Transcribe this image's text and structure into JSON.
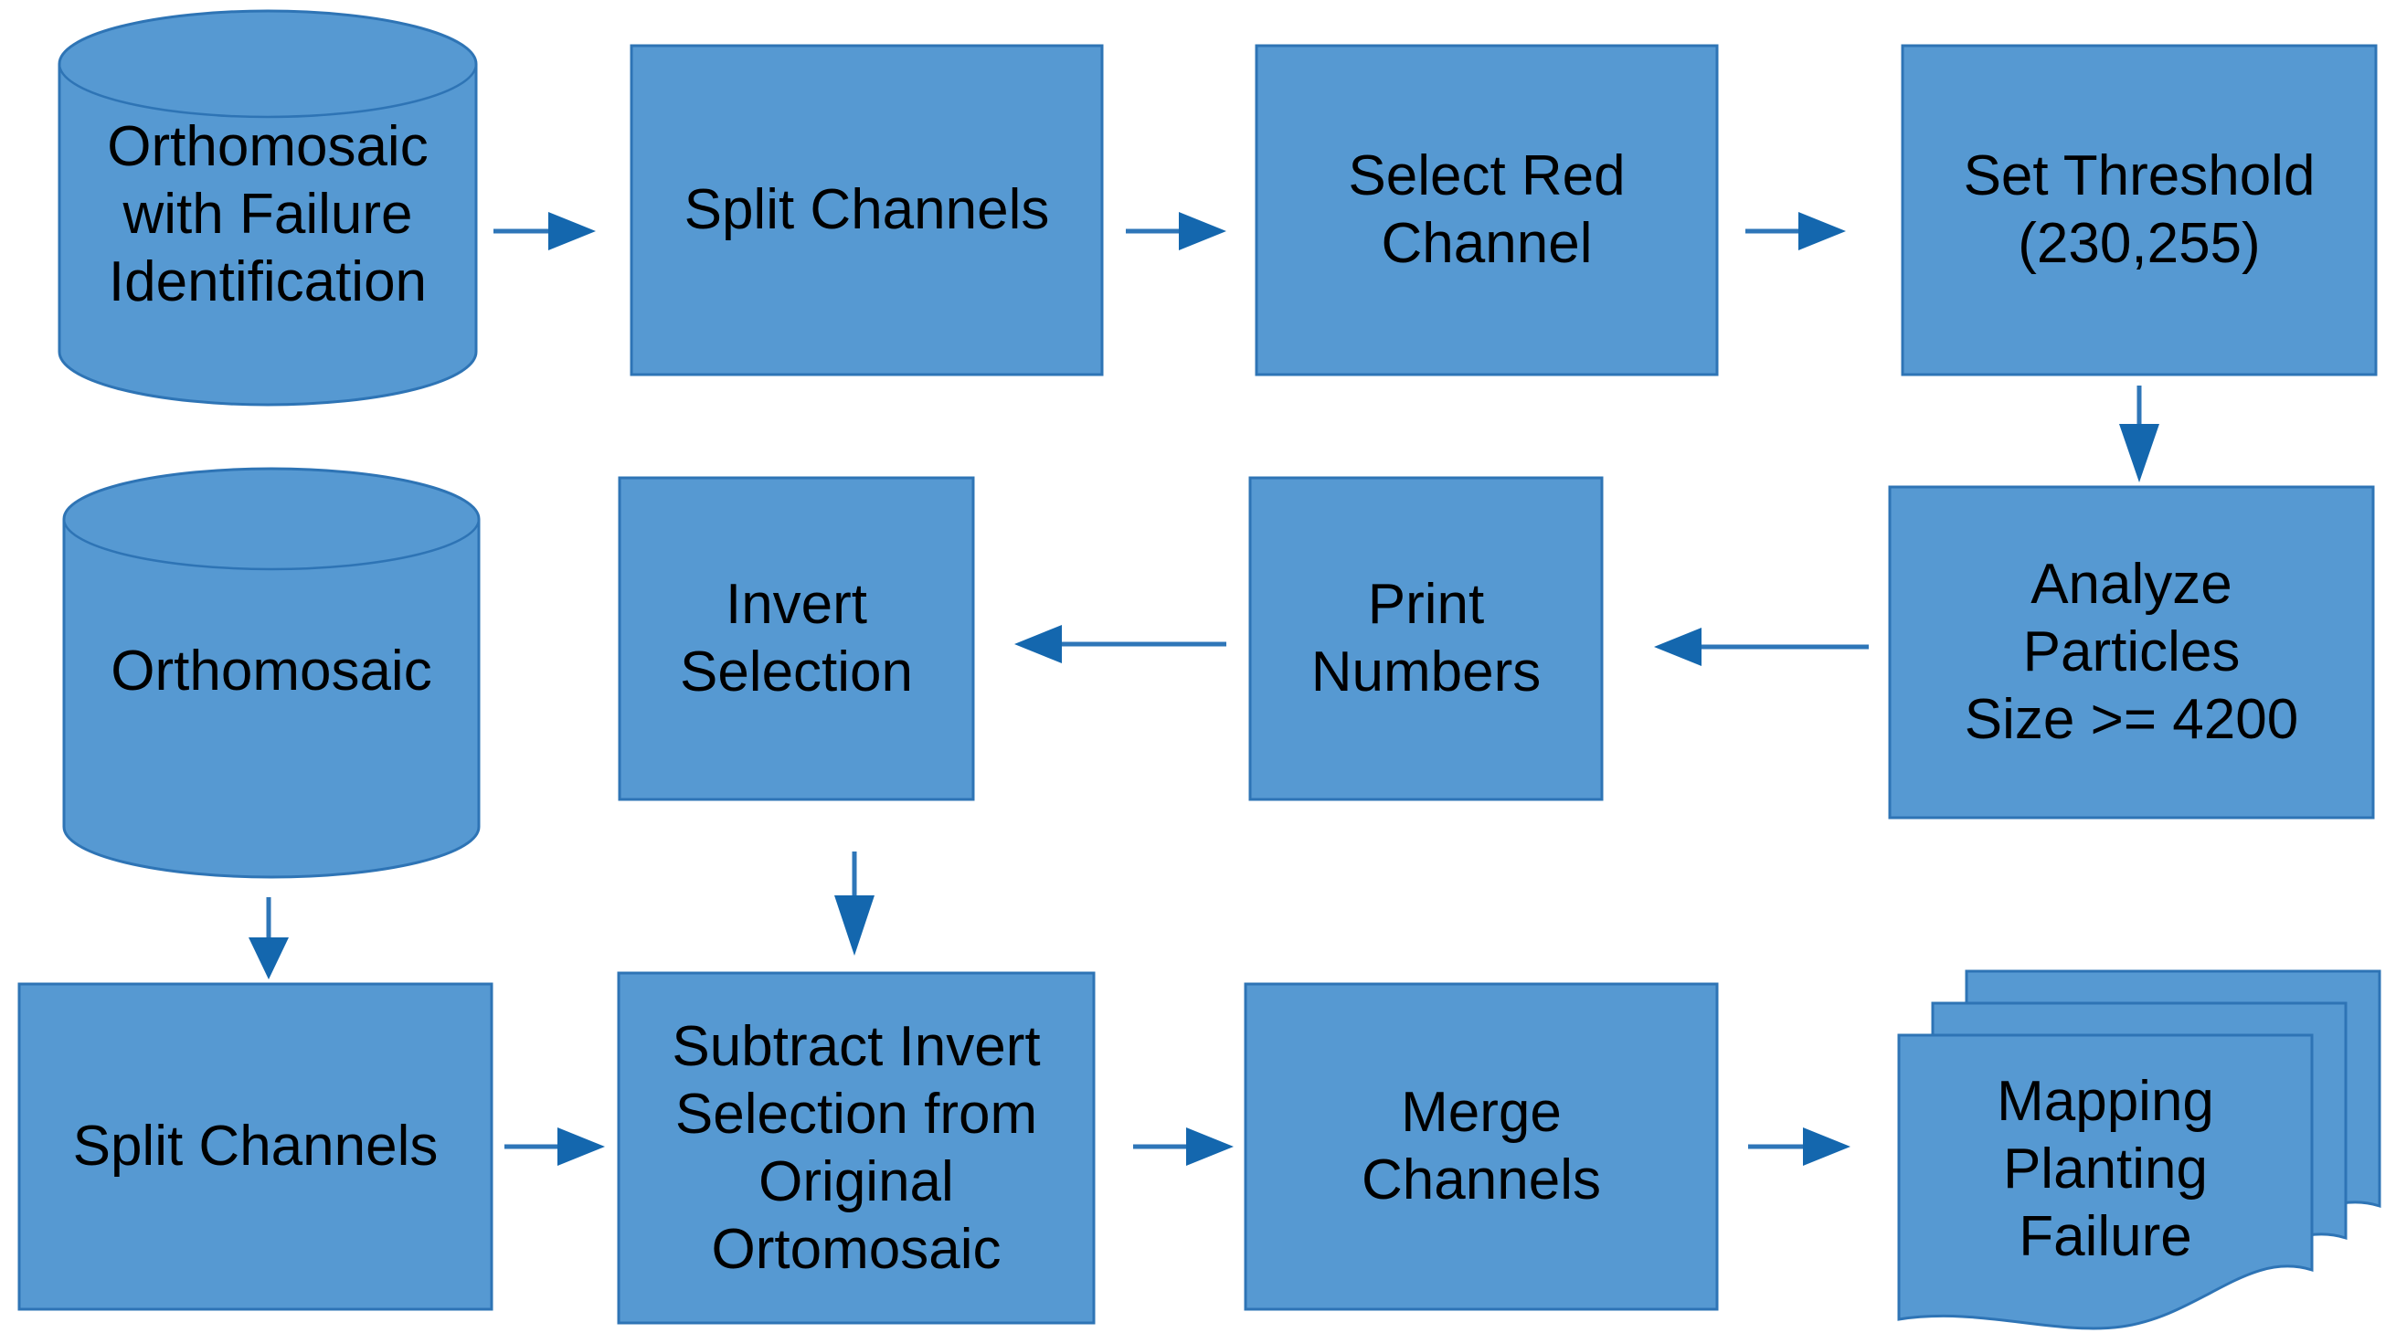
{
  "diagram": {
    "type": "flowchart",
    "colors": {
      "background": "#ffffff",
      "node_fill": "#5699d2",
      "node_stroke": "#2e74b5",
      "arrow_head": "#1467ae",
      "arrow_line": "#2e76b8",
      "text": "#000000"
    },
    "nodes": [
      {
        "id": "orthomosaic-failure-db",
        "shape": "cylinder",
        "label": "Orthomosaic\nwith Failure\nIdentification"
      },
      {
        "id": "split-channels-1",
        "shape": "rectangle",
        "label": "Split Channels"
      },
      {
        "id": "select-red-channel",
        "shape": "rectangle",
        "label": "Select Red\nChannel"
      },
      {
        "id": "set-threshold",
        "shape": "rectangle",
        "label": "Set Threshold\n(230,255)"
      },
      {
        "id": "analyze-particles",
        "shape": "rectangle",
        "label": "Analyze\nParticles\nSize >= 4200"
      },
      {
        "id": "print-numbers",
        "shape": "rectangle",
        "label": "Print\nNumbers"
      },
      {
        "id": "invert-selection",
        "shape": "rectangle",
        "label": "Invert\nSelection"
      },
      {
        "id": "orthomosaic-db",
        "shape": "cylinder",
        "label": "Orthomosaic"
      },
      {
        "id": "split-channels-2",
        "shape": "rectangle",
        "label": "Split Channels"
      },
      {
        "id": "subtract-invert",
        "shape": "rectangle",
        "label": "Subtract Invert\nSelection from\nOriginal\nOrtomosaic"
      },
      {
        "id": "merge-channels",
        "shape": "rectangle",
        "label": "Merge\nChannels"
      },
      {
        "id": "mapping-planting-failure",
        "shape": "multidocument",
        "label": "Mapping\nPlanting\nFailure"
      }
    ],
    "edges": [
      {
        "from": "orthomosaic-failure-db",
        "to": "split-channels-1"
      },
      {
        "from": "split-channels-1",
        "to": "select-red-channel"
      },
      {
        "from": "select-red-channel",
        "to": "set-threshold"
      },
      {
        "from": "set-threshold",
        "to": "analyze-particles"
      },
      {
        "from": "analyze-particles",
        "to": "print-numbers"
      },
      {
        "from": "print-numbers",
        "to": "invert-selection"
      },
      {
        "from": "invert-selection",
        "to": "subtract-invert"
      },
      {
        "from": "orthomosaic-db",
        "to": "split-channels-2"
      },
      {
        "from": "split-channels-2",
        "to": "subtract-invert"
      },
      {
        "from": "subtract-invert",
        "to": "merge-channels"
      },
      {
        "from": "merge-channels",
        "to": "mapping-planting-failure"
      }
    ]
  }
}
